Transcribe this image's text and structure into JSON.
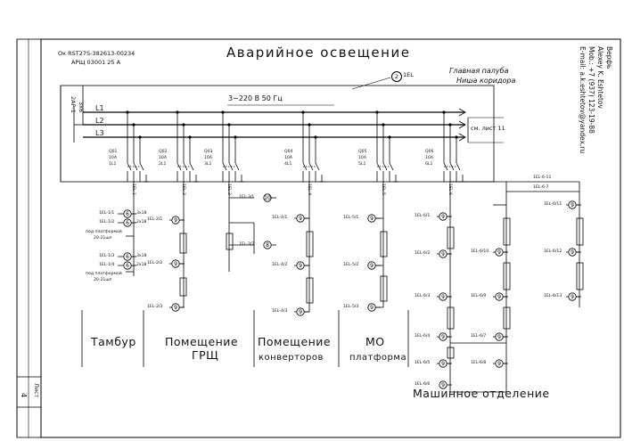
{
  "header": {
    "doc_code": "Ок RST27S-382613-00234",
    "panel_code": "АРЩ  03001 25 А",
    "title": "Аварийное освещение",
    "feeder_number": "2",
    "feeder_label": "1EL",
    "location_line1": "Главная палуба",
    "location_line2": "Ниша коридора",
    "supply_voltage": "3~220 В 50 Гц",
    "cable_in_label": "2AP-1",
    "cable_in_size": "3х6",
    "see_sheet": "см. лист 11"
  },
  "author": {
    "line1": "Верфь",
    "line2": "Alexey K. Eshtetov",
    "line3": "Mob.: +7 (937) 123-19-88",
    "line4": "E-mail: a.k.eshtetov@yandex.ru"
  },
  "bus_phases": [
    "L1",
    "L2",
    "L3"
  ],
  "breakers": [
    {
      "id": "Q01",
      "rating": "10A",
      "phases": "1L1"
    },
    {
      "id": "Q02",
      "rating": "10A",
      "phases": "2L1"
    },
    {
      "id": "Q03",
      "rating": "10A",
      "phases": "3L1"
    },
    {
      "id": "Q04",
      "rating": "10A",
      "phases": "4L1"
    },
    {
      "id": "Q05",
      "rating": "10A",
      "phases": "5L1"
    },
    {
      "id": "Q06",
      "rating": "10A",
      "phases": "6L1"
    }
  ],
  "feeders": [
    "1EL-1",
    "1EL-2",
    "1EL-3",
    "1EL-4",
    "1EL-5",
    "1EL-6"
  ],
  "main_cables": [
    "1EL-6-11",
    "1EL-6-7"
  ],
  "luminaires": [
    {
      "label": "1EL-1/1",
      "n": "6"
    },
    {
      "label": "1EL-1/2",
      "n": "6"
    },
    {
      "label": "1EL-1/3",
      "n": "6"
    },
    {
      "label": "1EL-1/4",
      "n": "6"
    },
    {
      "label": "1EL-2/1",
      "n": "9"
    },
    {
      "label": "1EL-2/2",
      "n": "9"
    },
    {
      "label": "1EL-2/3",
      "n": "9"
    },
    {
      "label": "1EL-3/1",
      "n": "10"
    },
    {
      "label": "1EL-3/2",
      "n": "8"
    },
    {
      "label": "1EL-4/1",
      "n": "9"
    },
    {
      "label": "1EL-4/2",
      "n": "9"
    },
    {
      "label": "1EL-4/3",
      "n": "9"
    },
    {
      "label": "1EL-5/1",
      "n": "9"
    },
    {
      "label": "1EL-5/2",
      "n": "9"
    },
    {
      "label": "1EL-5/3",
      "n": "9"
    },
    {
      "label": "1EL-6/1",
      "n": "9"
    },
    {
      "label": "1EL-6/2",
      "n": "9"
    },
    {
      "label": "1EL-6/3",
      "n": "9"
    },
    {
      "label": "1EL-6/4",
      "n": "9"
    },
    {
      "label": "1EL-6/5",
      "n": "9"
    },
    {
      "label": "1EL-6/6",
      "n": "9"
    },
    {
      "label": "1EL-6/7",
      "n": "9"
    },
    {
      "label": "1EL-6/8",
      "n": "9"
    },
    {
      "label": "1EL-6/9",
      "n": "9"
    },
    {
      "label": "1EL-6/10",
      "n": "9"
    },
    {
      "label": "1EL-6/11",
      "n": "9"
    },
    {
      "label": "1EL-6/12",
      "n": "9"
    },
    {
      "label": "1EL-6/13",
      "n": "9"
    }
  ],
  "notes": {
    "under_platform_1": "под платформой",
    "under_platform_1b": "20-21шп",
    "under_platform_2": "под платформой",
    "under_platform_2b": "20-21шп",
    "lamp_1": "3х18",
    "lamp_2": "2х18",
    "lamp_3": "3х18",
    "lamp_4": "2х18"
  },
  "rooms": [
    {
      "name": "Тамбур",
      "sub": ""
    },
    {
      "name": "Помещение",
      "sub": "ГРЩ"
    },
    {
      "name": "Помещение",
      "sub": "конверторов"
    },
    {
      "name": "МО",
      "sub": "платформа"
    }
  ],
  "engine_room": "Машинное отделение",
  "stamp": {
    "sheet_label": "Лист",
    "sheet_number": "4"
  }
}
